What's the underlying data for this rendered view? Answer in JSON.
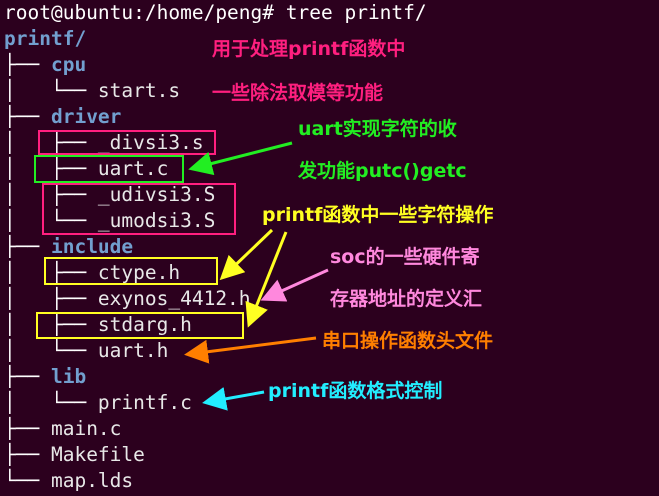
{
  "terminal": {
    "prompt": "root@ubuntu:/home/peng# ",
    "command": "tree printf/",
    "lines": [
      {
        "prefix": "",
        "name": "printf/",
        "kind": "dir"
      },
      {
        "prefix": "├── ",
        "name": "cpu",
        "kind": "dir"
      },
      {
        "prefix": "│   └── ",
        "name": "start.s",
        "kind": "file"
      },
      {
        "prefix": "├── ",
        "name": "driver",
        "kind": "dir"
      },
      {
        "prefix": "│   ├── ",
        "name": "_divsi3.s",
        "kind": "file"
      },
      {
        "prefix": "│   ├── ",
        "name": "uart.c",
        "kind": "file"
      },
      {
        "prefix": "│   ├── ",
        "name": "_udivsi3.S",
        "kind": "file"
      },
      {
        "prefix": "│   └── ",
        "name": "_umodsi3.S",
        "kind": "file"
      },
      {
        "prefix": "├── ",
        "name": "include",
        "kind": "dir"
      },
      {
        "prefix": "│   ├── ",
        "name": "ctype.h",
        "kind": "file"
      },
      {
        "prefix": "│   ├── ",
        "name": "exynos_4412.h",
        "kind": "file"
      },
      {
        "prefix": "│   ├── ",
        "name": "stdarg.h",
        "kind": "file"
      },
      {
        "prefix": "│   └── ",
        "name": "uart.h",
        "kind": "file"
      },
      {
        "prefix": "├── ",
        "name": "lib",
        "kind": "dir"
      },
      {
        "prefix": "│   └── ",
        "name": "printf.c",
        "kind": "file"
      },
      {
        "prefix": "├── ",
        "name": "main.c",
        "kind": "file"
      },
      {
        "prefix": "├── ",
        "name": "Makefile",
        "kind": "file"
      },
      {
        "prefix": "└── ",
        "name": "map.lds",
        "kind": "file"
      }
    ]
  },
  "colors": {
    "background": "#2c001e",
    "directory": "#729fcf",
    "magenta": "#ff1f7f",
    "green": "#22ee22",
    "yellow": "#ffff22",
    "pink": "#ff88dd",
    "orange": "#ff7f00",
    "cyan": "#22eeff"
  },
  "annotations": {
    "cpu_line1": "用于处理printf函数中",
    "cpu_line2": "一些除法取模等功能",
    "uart_line1": "uart实现字符的收",
    "uart_line2": "发功能putc()getc",
    "printf_chars": "printf函数中一些字符操作",
    "soc_line1": "soc的一些硬件寄",
    "soc_line2": "存器地址的定义汇",
    "uart_h": "串口操作函数头文件",
    "printf_fmt": "printf函数格式控制"
  }
}
